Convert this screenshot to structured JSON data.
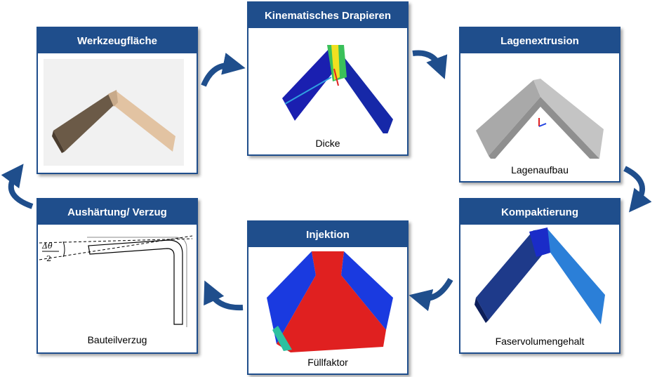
{
  "colors": {
    "header": "#1f4e8c",
    "arrow": "#1f4e8c",
    "thickness_blue": "#1a1fb0",
    "fill_red": "#e02020"
  },
  "cards": {
    "werkzeug": {
      "title": "Werkzeugfläche",
      "caption": ""
    },
    "drapieren": {
      "title": "Kinematisches Drapieren",
      "caption": "Dicke"
    },
    "lagen": {
      "title": "Lagenextrusion",
      "caption": "Lagenaufbau"
    },
    "kompakt": {
      "title": "Kompaktierung",
      "caption": "Faservolumengehalt"
    },
    "injektion": {
      "title": "Injektion",
      "caption": "Füllfaktor"
    },
    "aushaertung": {
      "title": "Aushärtung/ Verzug",
      "caption": "Bauteilverzug",
      "formula_num": "Δθ",
      "formula_den": "2"
    }
  }
}
